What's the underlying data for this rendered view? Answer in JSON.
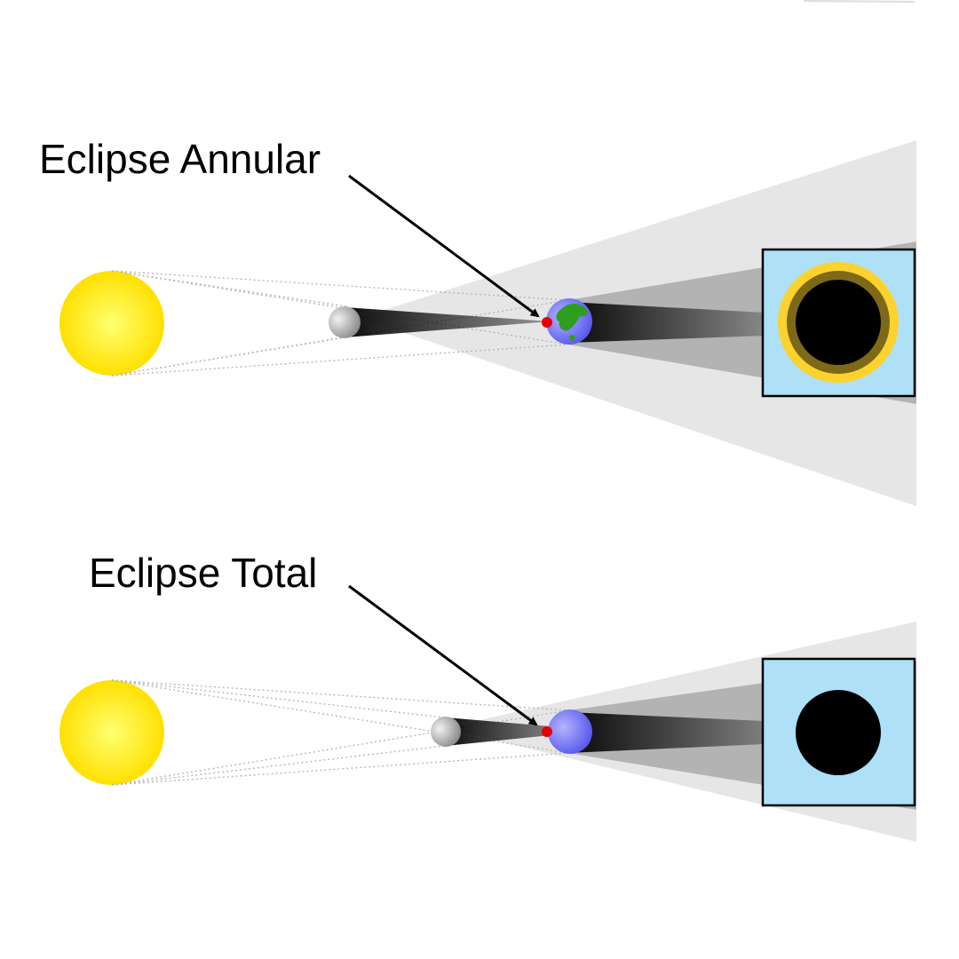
{
  "panels": [
    {
      "id": "annular",
      "label": "Eclipse Annular",
      "view": "annular-ring",
      "earth_landmass": true
    },
    {
      "id": "total",
      "label": "Eclipse Total",
      "view": "total-disc",
      "earth_landmass": false
    }
  ],
  "colors": {
    "sun": "#ffe600",
    "sun_core": "#ffff66",
    "moon": "#9a9a9a",
    "earth": "#6e6ef5",
    "land": "#2e9e1e",
    "observer": "#e60000",
    "sky": "#aee0f8",
    "annulus": "#fcd22e",
    "moon_disc": "#000000",
    "penumbra": "#e6e6e6",
    "umbra": "#000000"
  }
}
